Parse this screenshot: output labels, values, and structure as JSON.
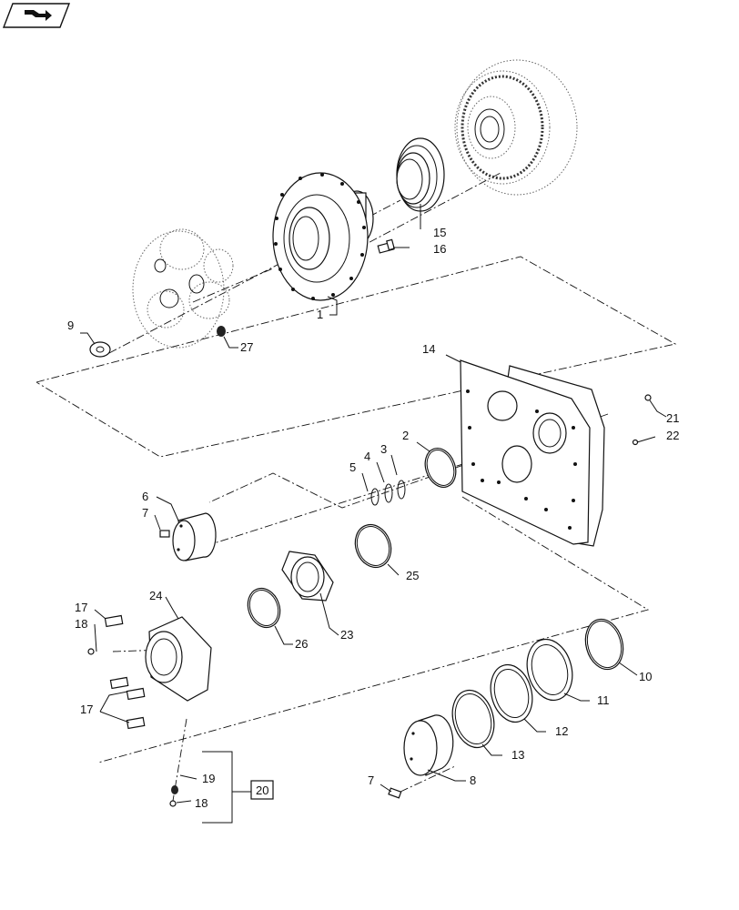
{
  "nav": {
    "icon": "next-page-arrow-icon"
  },
  "callouts": {
    "c1": "1",
    "c2": "2",
    "c3": "3",
    "c4": "4",
    "c5": "5",
    "c6": "6",
    "c7a": "7",
    "c7b": "7",
    "c8": "8",
    "c9": "9",
    "c10": "10",
    "c11": "11",
    "c12": "12",
    "c13": "13",
    "c14": "14",
    "c15": "15",
    "c16": "16",
    "c17a": "17",
    "c17b": "17",
    "c18a": "18",
    "c18b": "18",
    "c19": "19",
    "c20": "20",
    "c21": "21",
    "c22": "22",
    "c23": "23",
    "c24": "24",
    "c25": "25",
    "c26": "26",
    "c27": "27"
  }
}
